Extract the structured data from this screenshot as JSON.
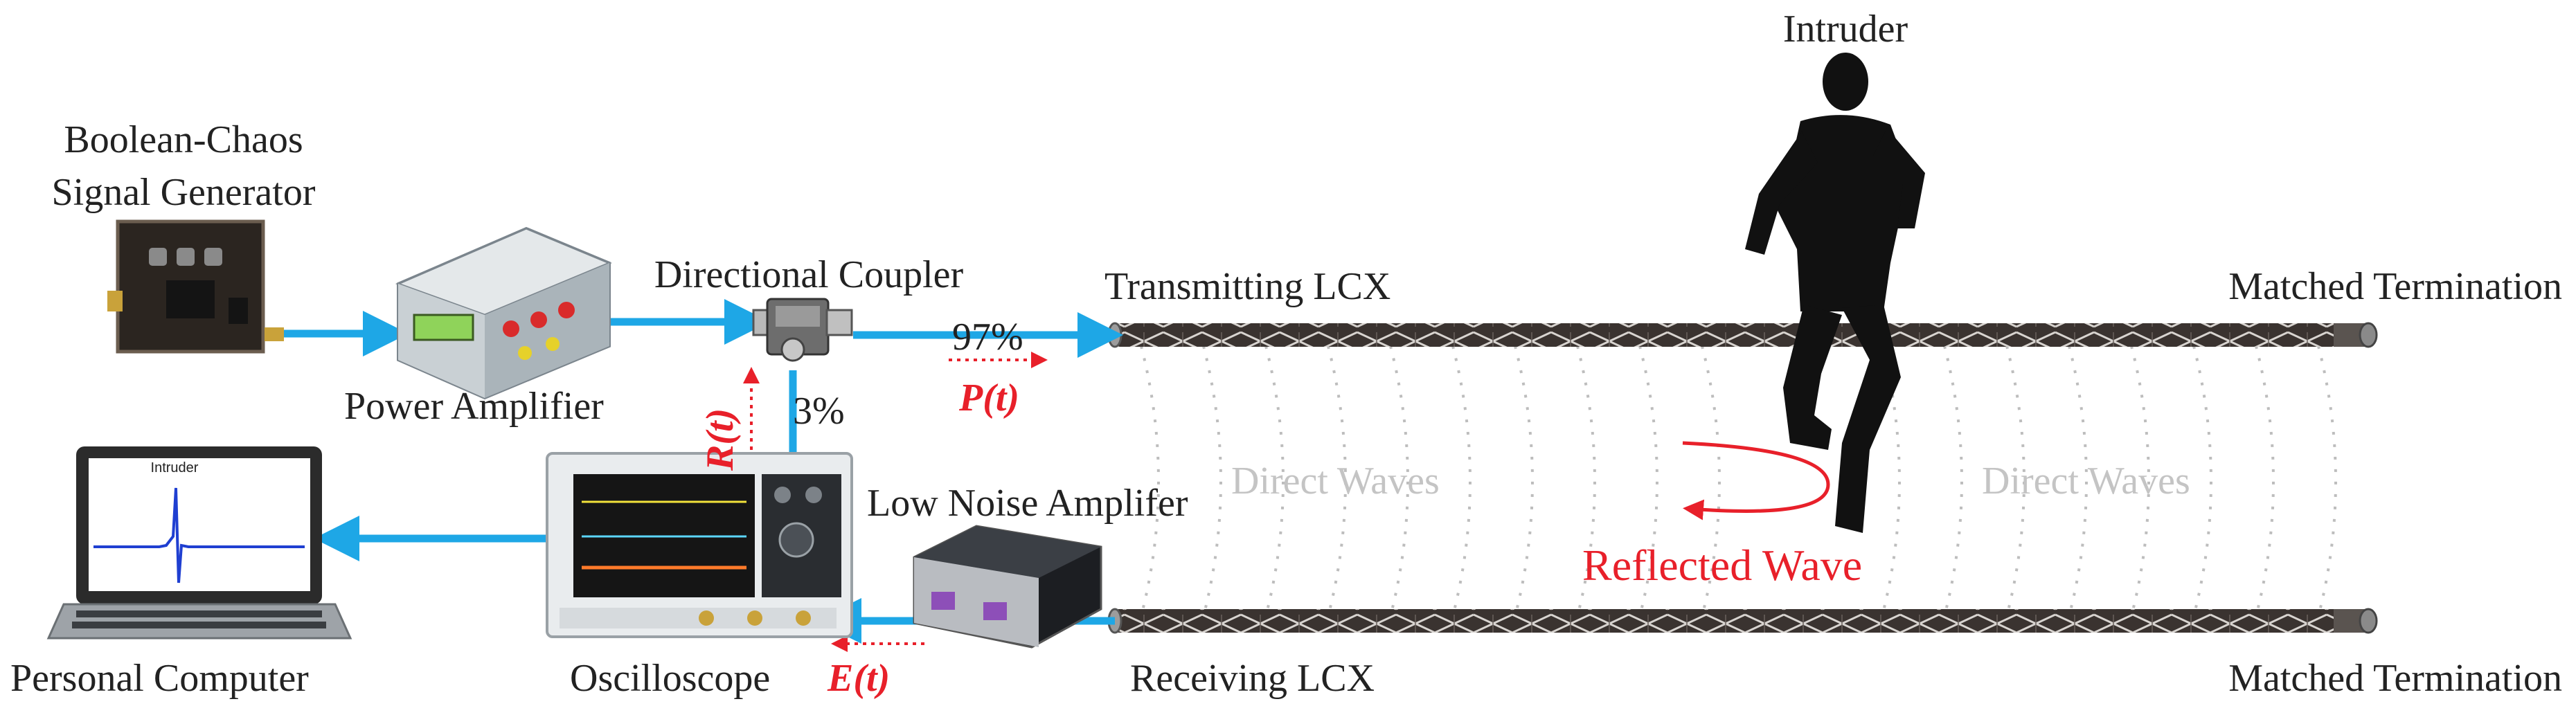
{
  "labels": {
    "intruder": "Intruder",
    "signal_generator_line1": "Boolean-Chaos",
    "signal_generator_line2": "Signal Generator",
    "directional_coupler": "Directional Coupler",
    "power_amplifier": "Power  Amplifier",
    "transmitting_lcx": "Transmitting LCX",
    "matched_termination_top": "Matched Termination",
    "matched_termination_bottom": "Matched Termination",
    "pct_97": "97%",
    "pct_3": "3%",
    "p_signal": "P(t)",
    "r_signal": "R(t)",
    "e_signal": "E(t)",
    "direct_waves_left": "Direct Waves",
    "direct_waves_right": "Direct Waves",
    "low_noise_amplifier": "Low Noise Amplifer",
    "reflected_wave": "Reflected Wave",
    "personal_computer": "Personal  Computer",
    "oscilloscope": "Oscilloscope",
    "receiving_lcx": "Receiving LCX",
    "screen_intruder": "Intruder"
  },
  "colors": {
    "signal_path": "#1ea7e6",
    "annotation_red": "#e8202a",
    "wave_gray": "#c4c4c4",
    "cable_dark": "#3a3330",
    "silhouette": "#111111"
  }
}
